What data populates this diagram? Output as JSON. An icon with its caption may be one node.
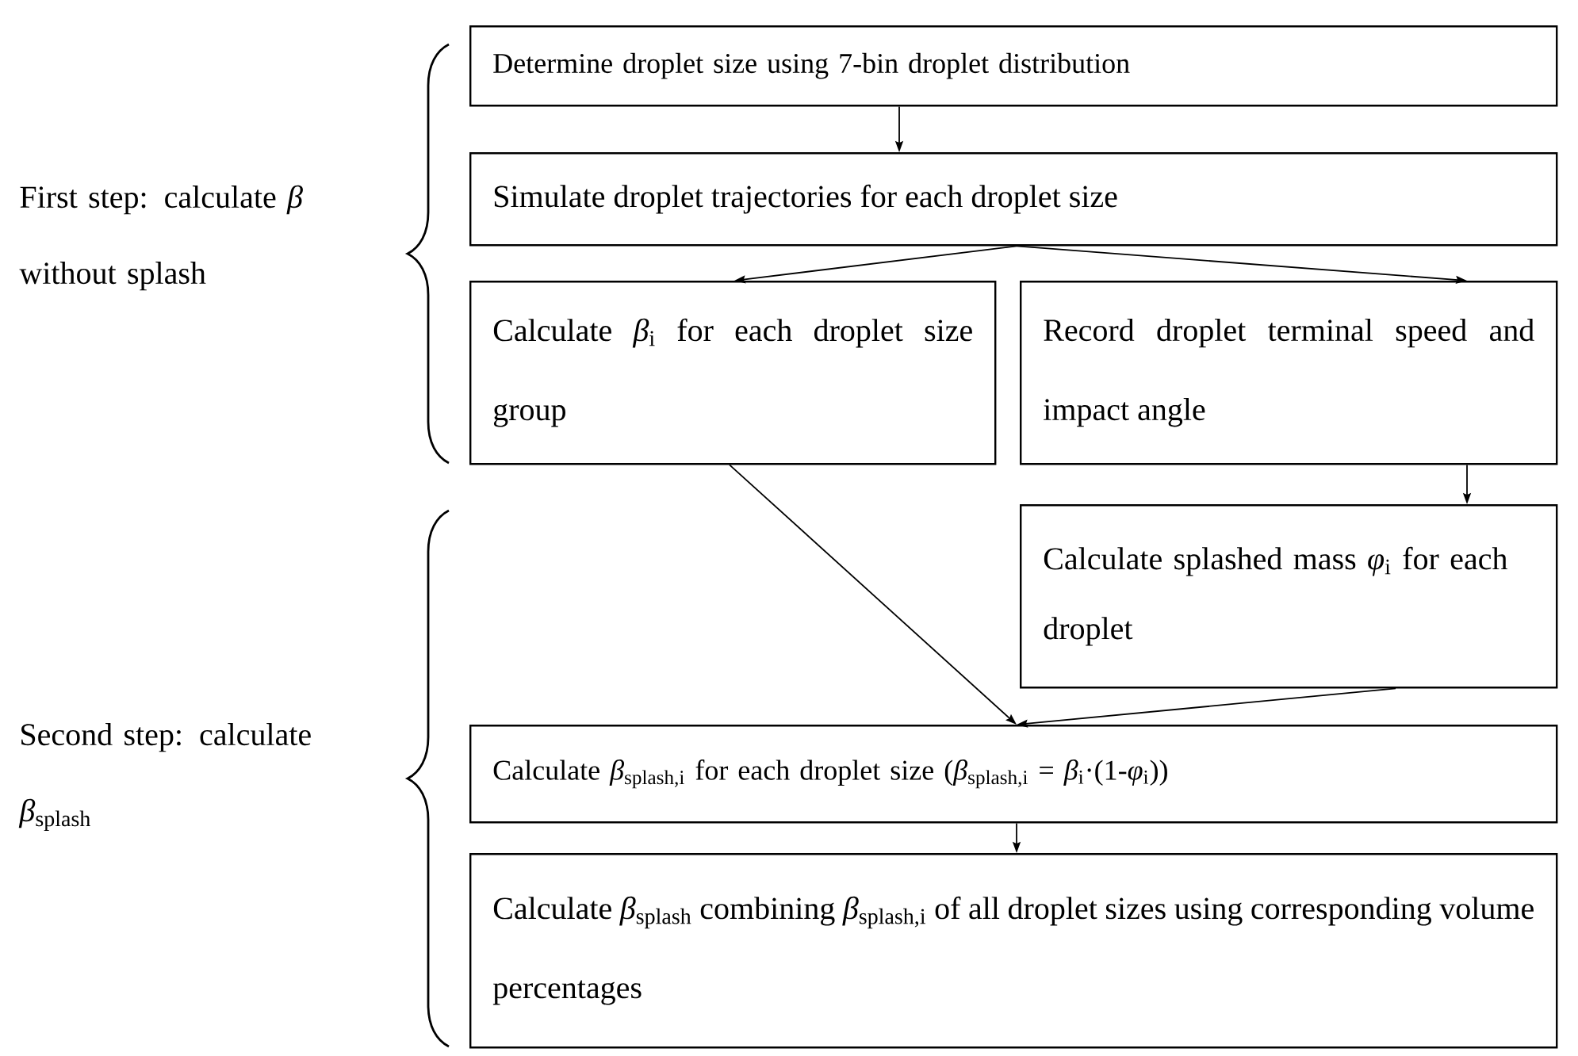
{
  "diagram": {
    "nodes": [
      {
        "text": [
          "Determine droplet size using 7-bin droplet distribution"
        ]
      },
      {
        "text": [
          "Simulate droplet trajectories for each droplet size"
        ]
      },
      {
        "text": [
          "Calculate *β*$_{i}$ for each droplet size group"
        ]
      },
      {
        "text": [
          "Record droplet terminal speed and impact angle"
        ]
      },
      {
        "text": [
          "Calculate splashed mass *φ*$_{i}$ for each droplet"
        ]
      },
      {
        "text": [
          "Calculate *β*$_{splash,i}$ for each droplet size (*β*$_{splash,i}$ = *β*$_{i}$·(1-*φ*$_{i}$))"
        ]
      },
      {
        "text": [
          "Calculate *β*$_{splash}$ combining *β*$_{splash,i}$ of all droplet sizes using corresponding volume percentages"
        ]
      }
    ],
    "edges": [
      {
        "from": 0,
        "to": 1,
        "arrow": "to"
      },
      {
        "from": 1,
        "to": 2,
        "arrow": "to"
      },
      {
        "from": 1,
        "to": 3,
        "arrow": "to"
      },
      {
        "from": 3,
        "to": 4,
        "arrow": "to"
      },
      {
        "from": 2,
        "to": 5,
        "arrow": "to"
      },
      {
        "from": 4,
        "to": 5,
        "arrow": "to"
      },
      {
        "from": 5,
        "to": 6,
        "arrow": "to"
      }
    ],
    "labels": [
      "First step: calculate *β* without splash",
      "Second step: calculate *β*$_{splash}$"
    ]
  }
}
